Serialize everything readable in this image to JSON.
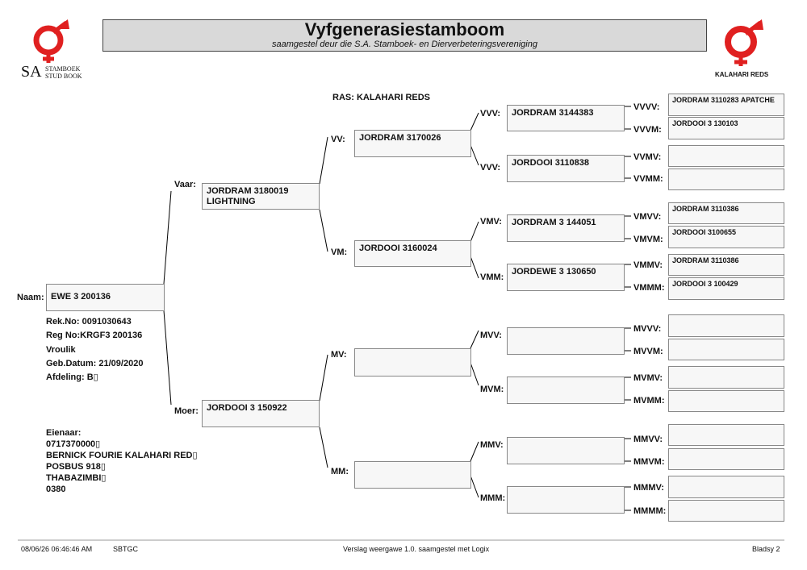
{
  "header": {
    "title": "Vyfgenerasiestamboom",
    "subtitle": "saamgestel deur die S.A. Stamboek- en Dierverbeteringsvereniging",
    "breed_line": "RAS: KALAHARI REDS"
  },
  "logos": {
    "left_sa": "SA",
    "left_line1": "STAMBOEK",
    "left_line2": "STUD BOOK",
    "right_text": "KALAHARI REDS",
    "brand_red": "#e02020"
  },
  "animal": {
    "naam_label": "Naam:",
    "name": "EWE 3 200136",
    "rek_no": "Rek.No: 0091030643",
    "reg_no": "Reg No:KRGF3   200136",
    "sex": "Vroulik",
    "birth": "Geb.Datum: 21/09/2020",
    "afdeling": "Afdeling: B▯"
  },
  "owner": {
    "label": "Eienaar:",
    "lines": [
      "0717370000▯",
      "BERNICK FOURIE KALAHARI RED▯",
      "POSBUS 918▯",
      "THABAZIMBI▯",
      "0380"
    ]
  },
  "pedigree": {
    "vaar": {
      "label": "Vaar:",
      "line1": "JORDRAM 3180019",
      "line2": "LIGHTNING"
    },
    "moer": {
      "label": "Moer:",
      "line1": "JORDOOI 3 150922"
    },
    "vv": {
      "label": "VV:",
      "name": "JORDRAM 3170026"
    },
    "vm": {
      "label": "VM:",
      "name": "JORDOOI 3160024"
    },
    "mv": {
      "label": "MV:",
      "name": ""
    },
    "mm": {
      "label": "MM:",
      "name": ""
    },
    "vvv": {
      "label": "VVV:",
      "name": "JORDRAM 3144383"
    },
    "vvm": {
      "label": "VVV:",
      "name": "JORDOOI 3110838"
    },
    "vmv": {
      "label": "VMV:",
      "name": "JORDRAM 3 144051"
    },
    "vmm": {
      "label": "VMM:",
      "name": "JORDEWE 3 130650"
    },
    "mvv": {
      "label": "MVV:",
      "name": ""
    },
    "mvm": {
      "label": "MVM:",
      "name": ""
    },
    "mmv": {
      "label": "MMV:",
      "name": ""
    },
    "mmm": {
      "label": "MMM:",
      "name": ""
    },
    "gen5": [
      {
        "label": "VVVV:",
        "name": "JORDRAM 3110283 APATCHE"
      },
      {
        "label": "VVVM:",
        "name": "JORDOOI 3 130103"
      },
      {
        "label": "VVMV:",
        "name": ""
      },
      {
        "label": "VVMM:",
        "name": ""
      },
      {
        "label": "VMVV:",
        "name": "JORDRAM 3110386"
      },
      {
        "label": "VMVM:",
        "name": "JORDOOI 3100655"
      },
      {
        "label": "VMMV:",
        "name": "JORDRAM 3110386"
      },
      {
        "label": "VMMM:",
        "name": "JORDOOI 3 100429"
      },
      {
        "label": "MVVV:",
        "name": ""
      },
      {
        "label": "MVVM:",
        "name": ""
      },
      {
        "label": "MVMV:",
        "name": ""
      },
      {
        "label": "MVMM:",
        "name": ""
      },
      {
        "label": "MMVV:",
        "name": ""
      },
      {
        "label": "MMVM:",
        "name": ""
      },
      {
        "label": "MMMV:",
        "name": ""
      },
      {
        "label": "MMMM:",
        "name": ""
      }
    ]
  },
  "footer": {
    "datetime": "08/06/26 06:46:46 AM",
    "code": "SBTGC",
    "version": "Verslag weergawe 1.0. saamgestel met Logix",
    "page": "Bladsy 2"
  }
}
